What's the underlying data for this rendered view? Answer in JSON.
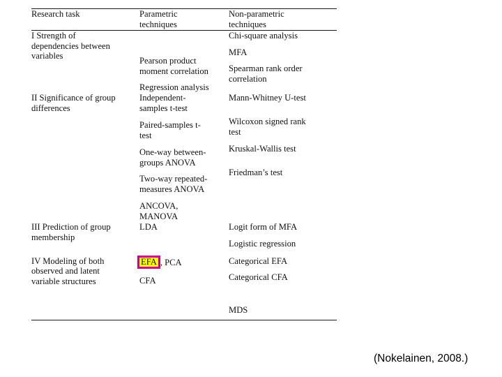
{
  "table": {
    "headers": {
      "col1": "Research task",
      "col2_line1": "Parametric",
      "col2_line2": "techniques",
      "col3_line1": "Non-parametric",
      "col3_line2": "techniques"
    },
    "rows": [
      {
        "task_line1": "I  Strength of",
        "task_line2": "dependencies between",
        "task_line3": "variables",
        "parametric": [
          {
            "line1": "Pearson product",
            "line2": "moment correlation"
          },
          {
            "line1": "Regression analysis",
            "line2": ""
          }
        ],
        "nonparametric": [
          {
            "line1": "Chi-square analysis",
            "line2": ""
          },
          {
            "line1": "MFA",
            "line2": ""
          },
          {
            "line1": "Spearman rank order",
            "line2": "correlation"
          }
        ]
      },
      {
        "task_line1": "II  Significance of group",
        "task_line2": "differences",
        "task_line3": "",
        "parametric": [
          {
            "line1": "Independent-",
            "line2": "samples t-test"
          },
          {
            "line1": "Paired-samples t-",
            "line2": "test"
          },
          {
            "line1": "One-way between-",
            "line2": "groups ANOVA"
          },
          {
            "line1": "Two-way repeated-",
            "line2": "measures ANOVA"
          },
          {
            "line1": "ANCOVA,",
            "line2": "MANOVA"
          }
        ],
        "nonparametric": [
          {
            "line1": "Mann-Whitney U-test",
            "line2": ""
          },
          {
            "line1": "Wilcoxon signed rank",
            "line2": "test"
          },
          {
            "line1": "Kruskal-Wallis test",
            "line2": ""
          },
          {
            "line1": "Friedman’s test",
            "line2": ""
          }
        ]
      },
      {
        "task_line1": "III  Prediction of group",
        "task_line2": "membership",
        "task_line3": "",
        "parametric": [
          {
            "line1": "LDA",
            "line2": ""
          }
        ],
        "nonparametric": [
          {
            "line1": "Logit form of MFA",
            "line2": ""
          },
          {
            "line1": "Logistic regression",
            "line2": ""
          }
        ]
      },
      {
        "task_line1": "IV  Modeling of both",
        "task_line2": "observed and latent",
        "task_line3": "variable structures",
        "parametric": [
          {
            "line1": "EFA",
            "line2": ", PCA",
            "highlight": true
          },
          {
            "line1": "CFA",
            "line2": ""
          }
        ],
        "nonparametric": [
          {
            "line1": "Categorical EFA",
            "line2": ""
          },
          {
            "line1": "Categorical CFA",
            "line2": ""
          },
          {
            "line1": "MDS",
            "line2": ""
          }
        ]
      }
    ]
  },
  "annotation": {
    "highlight_term": "EFA",
    "highlight_fill": "#ffff00",
    "highlight_border": "#cc0099"
  },
  "citation": {
    "text": "(Nokelainen, 2008.)"
  }
}
